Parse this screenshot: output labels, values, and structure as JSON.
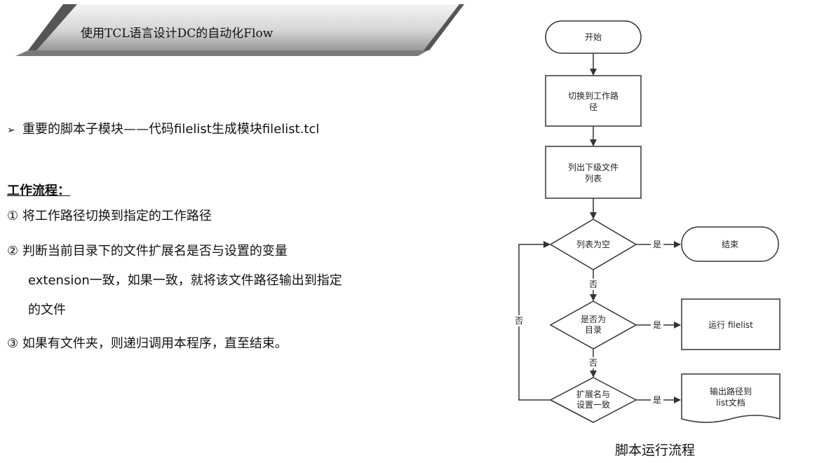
{
  "banner": {
    "title": "使用TCL语言设计DC的自动化Flow"
  },
  "bullet": {
    "symbol": "➢",
    "text": "重要的脚本子模块——代码filelist生成模块filelist.tcl"
  },
  "workflow": {
    "heading": "工作流程：",
    "steps": [
      {
        "num": "①",
        "lines": [
          "将工作路径切换到指定的工作路径"
        ]
      },
      {
        "num": "②",
        "lines": [
          "判断当前目录下的文件扩展名是否与设置的变量",
          "extension一致，如果一致，就将该文件路径输出到指定",
          "的文件"
        ]
      },
      {
        "num": "③",
        "lines": [
          "如果有文件夹，则递归调用本程序，直至结束。"
        ]
      }
    ]
  },
  "flowchart": {
    "start": "开始",
    "switch_dir": [
      "切换到工作路",
      "径"
    ],
    "list_files": [
      "列出下级文件",
      "列表"
    ],
    "decision_empty": "列表为空",
    "end": "结束",
    "decision_dir": [
      "是否为",
      "目录"
    ],
    "run_filelist": "运行 filelist",
    "decision_ext": [
      "扩展名与",
      "设置一致"
    ],
    "output": [
      "输出路径到",
      "list文档"
    ],
    "yes": "是",
    "no": "否",
    "caption": "脚本运行流程"
  }
}
